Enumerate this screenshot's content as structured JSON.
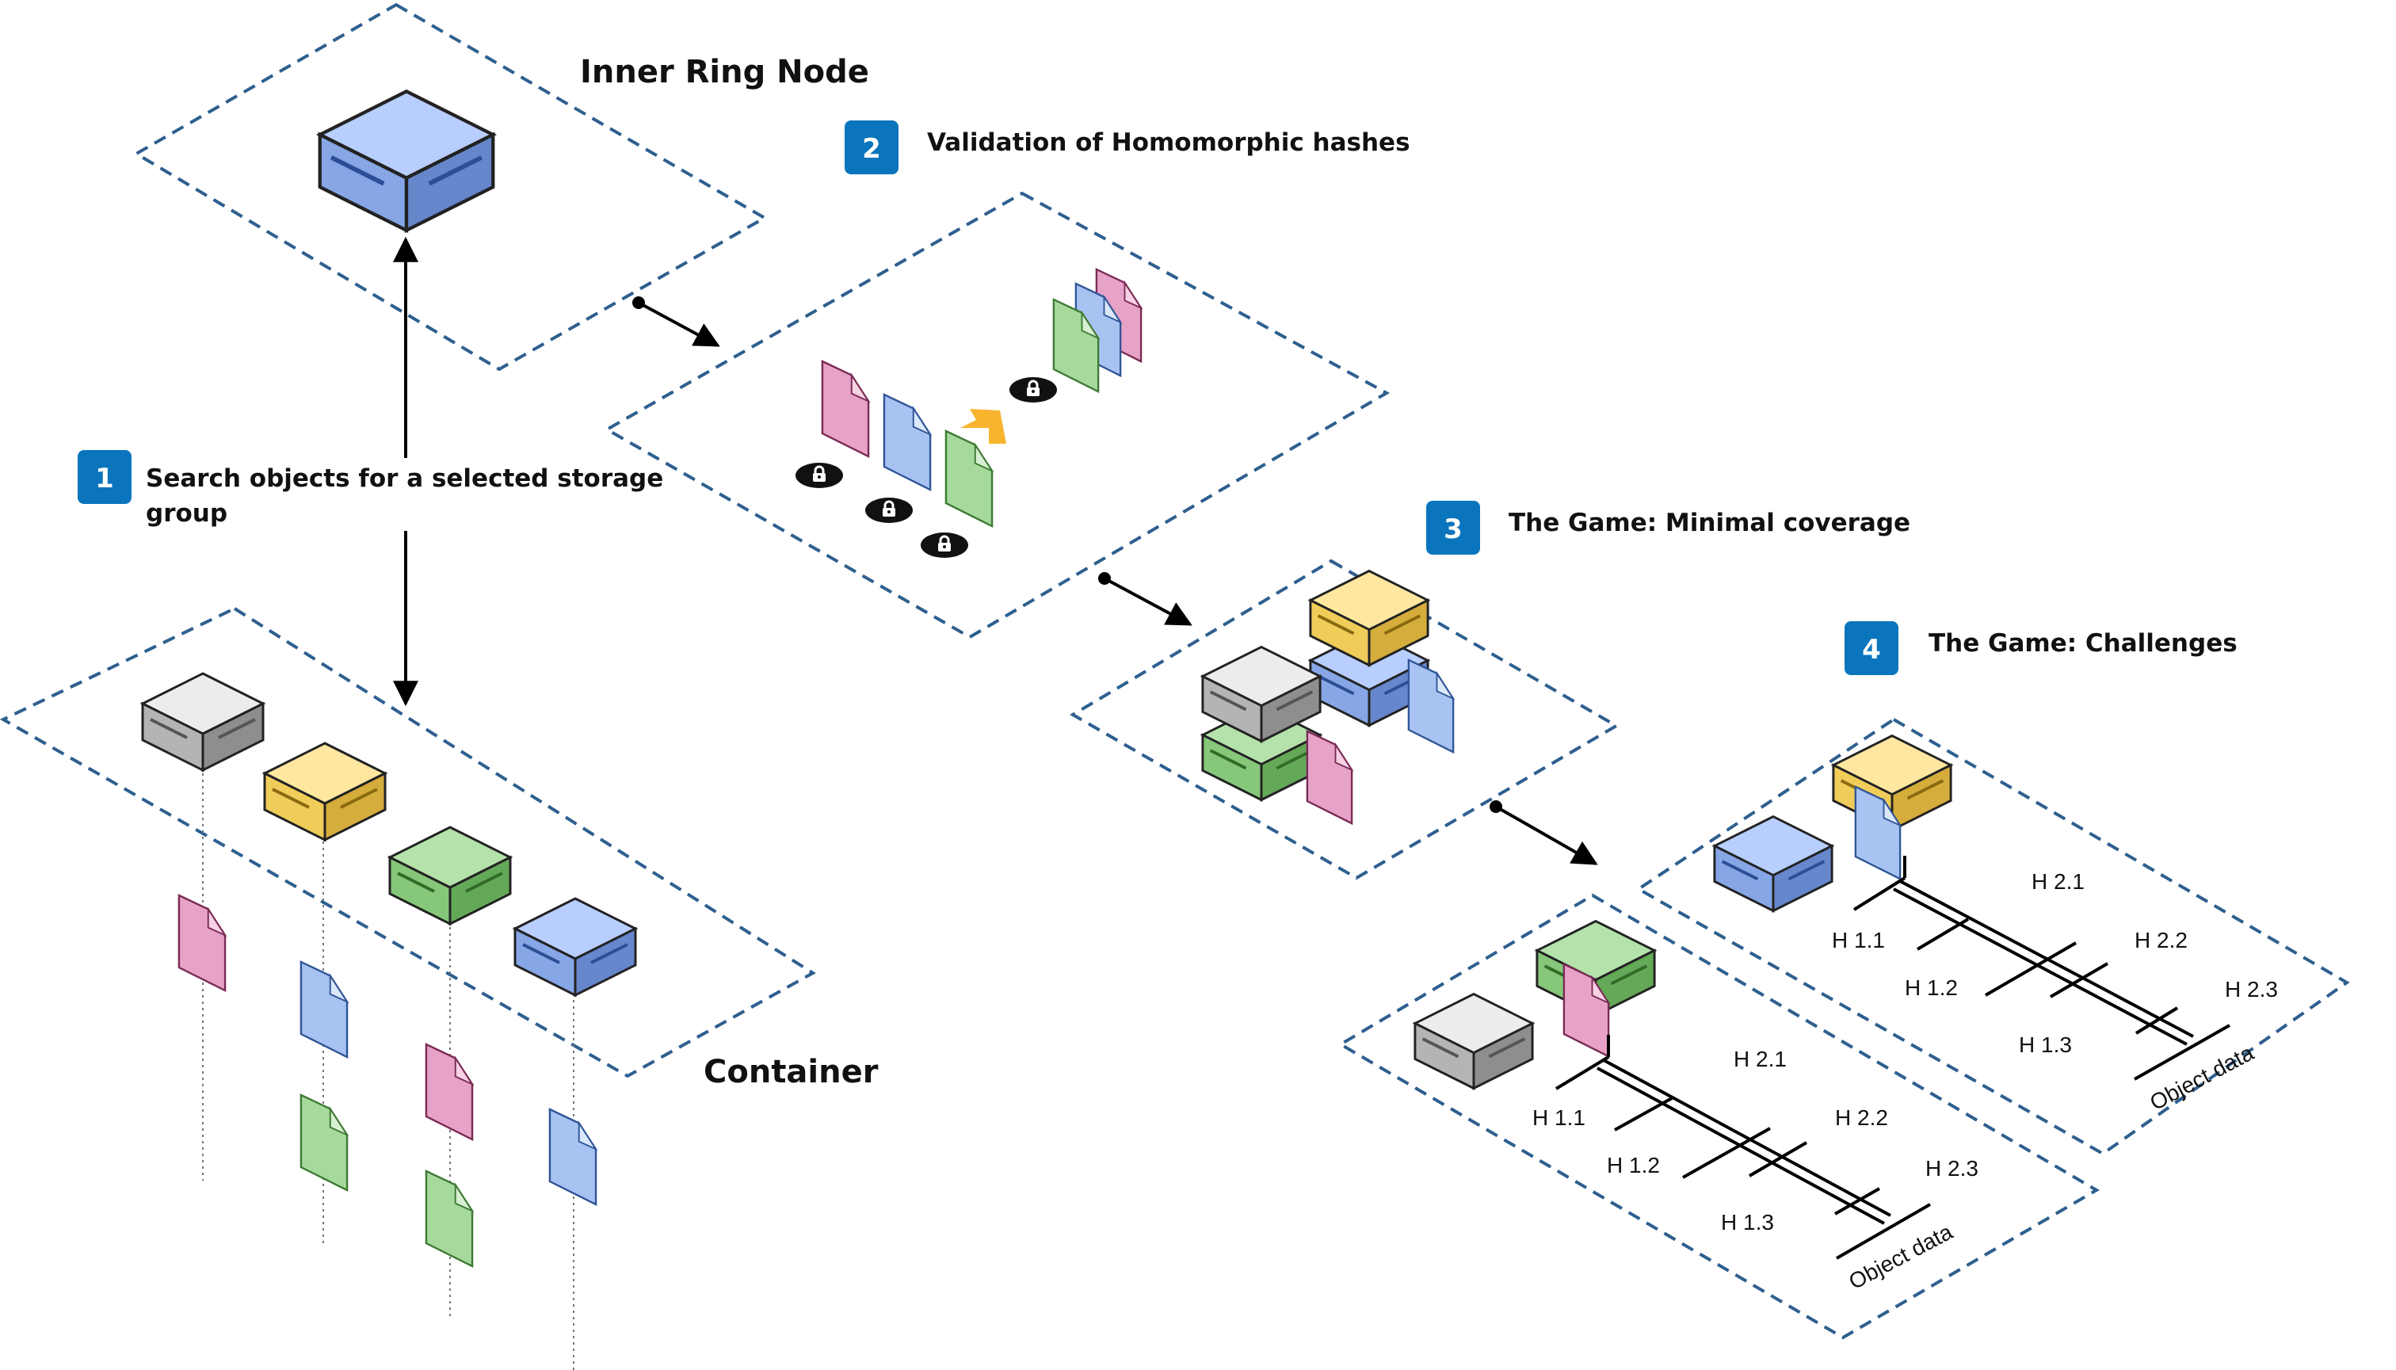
{
  "titles": {
    "inner_ring": "Inner Ring Node",
    "container": "Container"
  },
  "steps": [
    {
      "number": "1",
      "text_line1": "Search objects for a selected storage",
      "text_line2": "group"
    },
    {
      "number": "2",
      "text_line1": "Validation of Homomorphic hashes"
    },
    {
      "number": "3",
      "text_line1": "The Game: Minimal coverage"
    },
    {
      "number": "4",
      "text_line1": "The Game: Challenges"
    }
  ],
  "hash_tree": {
    "h11": "H 1.1",
    "h12": "H 1.2",
    "h13": "H 1.3",
    "h21": "H 2.1",
    "h22": "H 2.2",
    "h23": "H 2.3",
    "object_data": "Object data"
  },
  "colors": {
    "badge": "#0a75bc",
    "dashed_border": "#2e5f8f",
    "gray": "#c8c8c8",
    "yellow": "#f5d67a",
    "green": "#8fcf84",
    "blue": "#8fb2e8",
    "pink": "#e49ac0",
    "arrow_orange": "#f7b42c"
  }
}
